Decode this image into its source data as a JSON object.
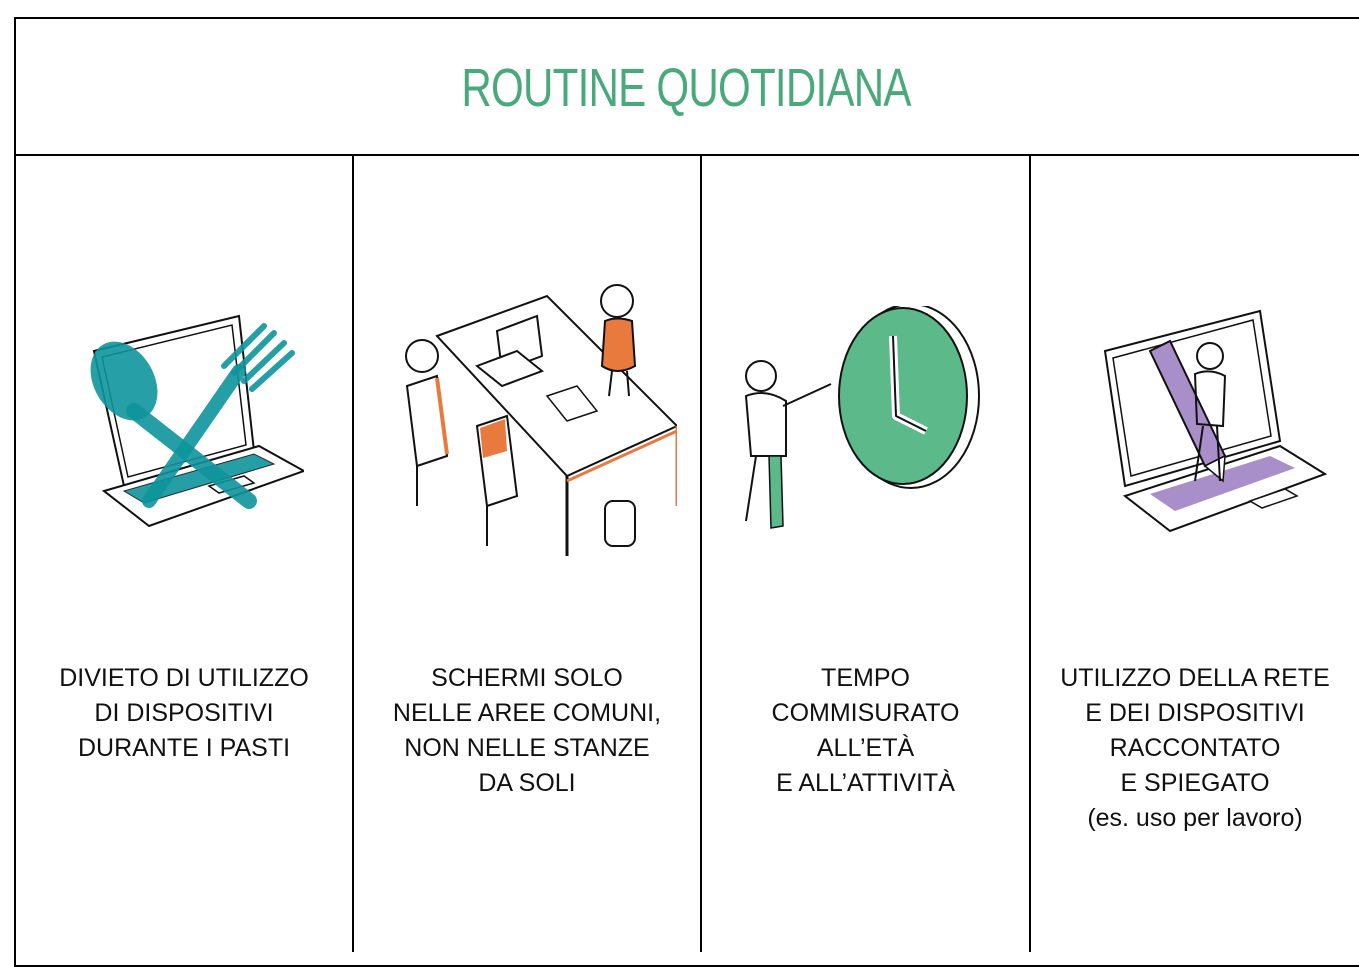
{
  "title": "ROUTINE QUOTIDIANA",
  "colors": {
    "accent": "#4aa97c",
    "teal": "#0e959c",
    "orange": "#e87a3e",
    "green": "#5cb98a",
    "purple": "#a98fca"
  },
  "columns": [
    {
      "icon": "laptop-fork-spoon-icon",
      "lines": [
        "DIVIETO DI UTILIZZO",
        "DI DISPOSITIVI",
        "DURANTE I PASTI"
      ]
    },
    {
      "icon": "children-table-laptop-icon",
      "lines": [
        "SCHERMI SOLO",
        "NELLE AREE COMUNI,",
        "NON NELLE STANZE",
        "DA SOLI"
      ]
    },
    {
      "icon": "child-clock-icon",
      "lines": [
        "TEMPO",
        "COMMISURATO",
        "ALL’ETÀ",
        "E ALL’ATTIVITÀ"
      ]
    },
    {
      "icon": "laptop-pencil-child-icon",
      "lines": [
        "UTILIZZO DELLA RETE",
        "E DEI DISPOSITIVI",
        "RACCONTATO",
        "E SPIEGATO",
        "(es. uso per lavoro)"
      ]
    }
  ]
}
